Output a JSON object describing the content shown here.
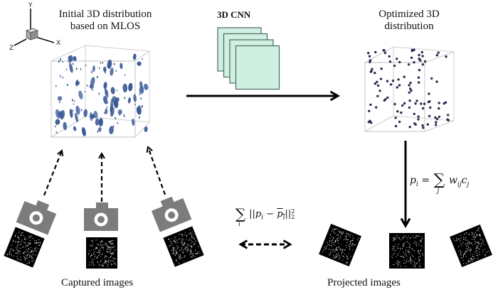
{
  "axes_gizmo": {
    "labels": {
      "x": "X",
      "y": "Y",
      "z": "Z"
    }
  },
  "initial_distribution": {
    "title_line1": "Initial 3D distribution",
    "title_line2": "based on MLOS",
    "particle_style": "elongated-blobs",
    "particle_color": "#3a5a96"
  },
  "cnn": {
    "label": "3D CNN",
    "layer_count": 4,
    "layer_fill": "#cfefe1",
    "layer_stroke": "#4f6a66"
  },
  "optimized_distribution": {
    "title_line1": "Optimized 3D",
    "title_line2": "distribution",
    "particle_style": "dots",
    "particle_color": "#2b2d52"
  },
  "projection_formula": {
    "lhs": "p",
    "lhs_sub": "i",
    "sum_index": "j",
    "rhs_w": "w",
    "rhs_w_sub": "ij",
    "rhs_c": "c",
    "rhs_c_sub": "j"
  },
  "loss_formula": {
    "sum_index": "i",
    "p": "p",
    "p_sub": "i",
    "pbar": "p",
    "pbar_sub": "i",
    "norm_sub": "2",
    "norm_sup": "2"
  },
  "captured": {
    "caption": "Captured images",
    "camera_count": 3,
    "camera_color": "#7d7b7c"
  },
  "projected": {
    "caption": "Projected images",
    "image_count": 3
  },
  "colors": {
    "cube_edge": "#bdbdbd",
    "arrow": "#000000",
    "speckle_bg": "#000000",
    "speckle_fg": "#ffffff"
  }
}
